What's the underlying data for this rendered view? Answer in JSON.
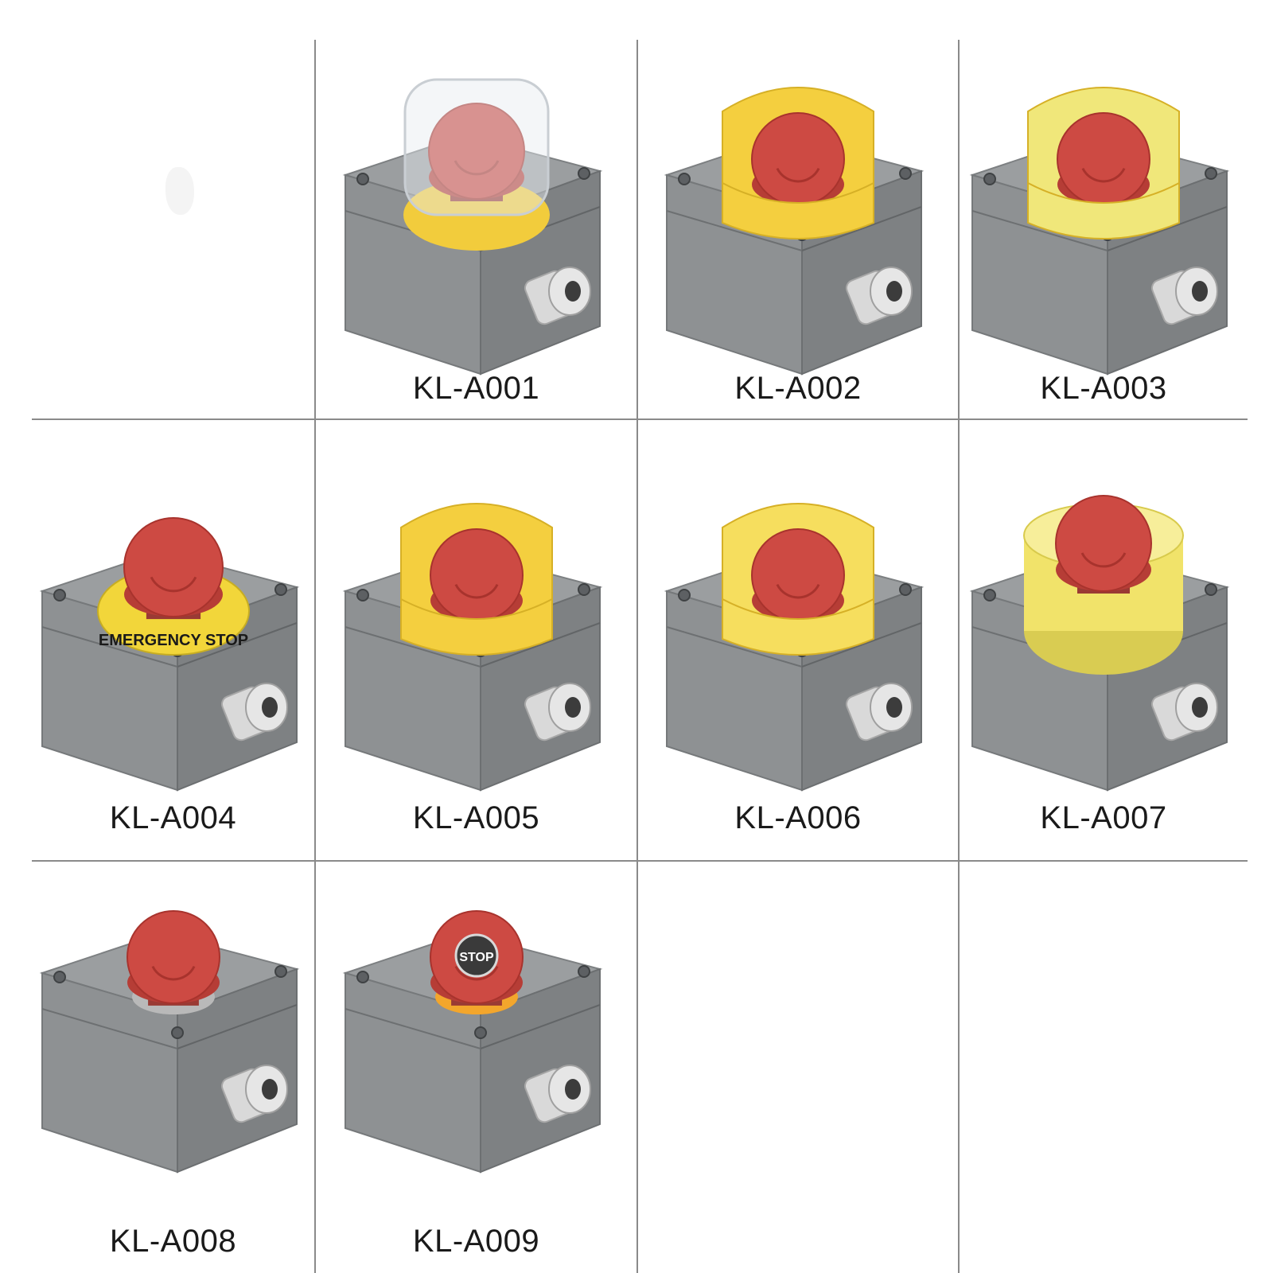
{
  "products": [
    {
      "model": "KL-A001",
      "cover": "clear-flip",
      "colors": {
        "button": "#cd4a43",
        "guard": "#f2cc3c",
        "housing": "#8e9193"
      }
    },
    {
      "model": "KL-A002",
      "cover": "yellow-shroud-tall",
      "colors": {
        "button": "#cd4a43",
        "guard": "#f4cf3f",
        "housing": "#8e9193"
      }
    },
    {
      "model": "KL-A003",
      "cover": "yellow-shroud-open",
      "colors": {
        "button": "#cd4a43",
        "guard": "#f0e77a",
        "housing": "#8e9193"
      }
    },
    {
      "model": "KL-A004",
      "cover": "legend-ring",
      "legend_text": "EMERGENCY STOP",
      "colors": {
        "button": "#cd4a43",
        "guard": "#f2d63a",
        "housing": "#8e9193"
      }
    },
    {
      "model": "KL-A005",
      "cover": "yellow-shroud-half",
      "colors": {
        "button": "#cd4a43",
        "guard": "#f4cf3f",
        "housing": "#8e9193"
      }
    },
    {
      "model": "KL-A006",
      "cover": "yellow-shroud-large",
      "colors": {
        "button": "#cd4a43",
        "guard": "#f6de5e",
        "housing": "#8e9193"
      }
    },
    {
      "model": "KL-A007",
      "cover": "yellow-cup",
      "colors": {
        "button": "#cd4a43",
        "guard": "#f1e36a",
        "housing": "#8e9193"
      }
    },
    {
      "model": "KL-A008",
      "cover": "none",
      "colors": {
        "button": "#cd4a43",
        "guard": "#b9b9b9",
        "housing": "#8e9193"
      }
    },
    {
      "model": "KL-A009",
      "cover": "none",
      "stop_label": "STOP",
      "colors": {
        "button": "#cd4a43",
        "guard": "#f3a62c",
        "housing": "#8e9193"
      }
    }
  ]
}
